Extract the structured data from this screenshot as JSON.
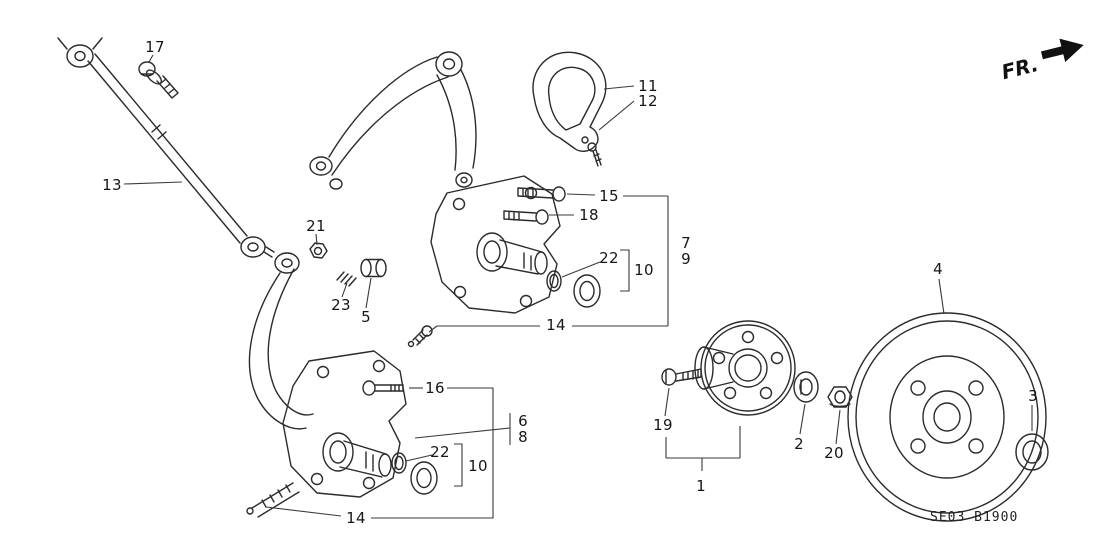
{
  "diagram": {
    "fr_label": "FR.",
    "code_label": "SE03 B1900"
  },
  "callouts": {
    "c1": "1",
    "c2": "2",
    "c3": "3",
    "c4": "4",
    "c5": "5",
    "c6": "6",
    "c7": "7",
    "c8": "8",
    "c9": "9",
    "c10a": "10",
    "c10b": "10",
    "c11": "11",
    "c12": "12",
    "c13": "13",
    "c14a": "14",
    "c14b": "14",
    "c15": "15",
    "c16": "16",
    "c17": "17",
    "c18": "18",
    "c19": "19",
    "c20": "20",
    "c21": "21",
    "c22a": "22",
    "c22b": "22",
    "c23": "23"
  }
}
